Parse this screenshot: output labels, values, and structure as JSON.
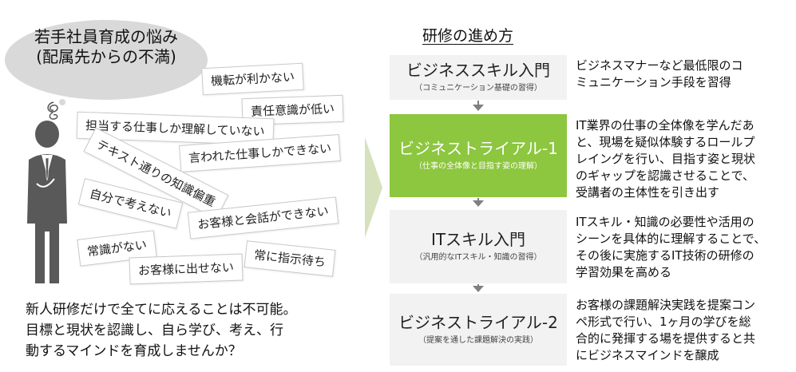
{
  "left": {
    "bubble_title_line1": "若手社員育成の悩み",
    "bubble_title_line2": "(配属先からの不満)",
    "tags": [
      "機転が利かない",
      "責任意識が低い",
      "担当する仕事しか理解していない",
      "言われた仕事しかできない",
      "テキスト通りの知識偏重",
      "自分で考えない",
      "お客様と会話ができない",
      "常識がない",
      "常に指示待ち",
      "お客様に出せない"
    ],
    "bottom_lines": [
      "新人研修だけで全てに応えることは不可能。",
      "目標と現状を認識し、自ら学び、考え、行",
      "動するマインドを育成しませんか？"
    ]
  },
  "right": {
    "heading": "研修の進め方",
    "steps": [
      {
        "title": "ビジネススキル入門",
        "sub": "（コミュニケーション基礎の習得）",
        "desc": [
          "ビジネスマナーなど最低限のコ",
          "ミュニケーション手段を習得"
        ]
      },
      {
        "title": "ビジネストライアル-1",
        "sub": "（仕事の全体像と目指す姿の理解）",
        "desc": [
          "IT業界の仕事の全体像を学んだあ",
          "と、現場を疑似体験するロールプ",
          "レイングを行い、目指す姿と現状",
          "のギャップを認識させることで、",
          "受講者の主体性を引き出す"
        ]
      },
      {
        "title": "ITスキル入門",
        "sub": "（汎用的なITスキル・知識の習得）",
        "desc": [
          "ITスキル・知識の必要性や活用の",
          "シーンを具体的に理解することで、",
          "その後に実施するIT技術の研修の",
          "学習効果を高める"
        ]
      },
      {
        "title": "ビジネストライアル-2",
        "sub": "（提案を通した課題解決の実践）",
        "desc": [
          "お客様の課題解決実践を提案コン",
          "ペ形式で行い、1ヶ月の学びを総",
          "合的に発揮する場を提供すると共",
          "にビジネスマインドを醸成"
        ]
      }
    ],
    "active_color": "#8dc63f"
  }
}
